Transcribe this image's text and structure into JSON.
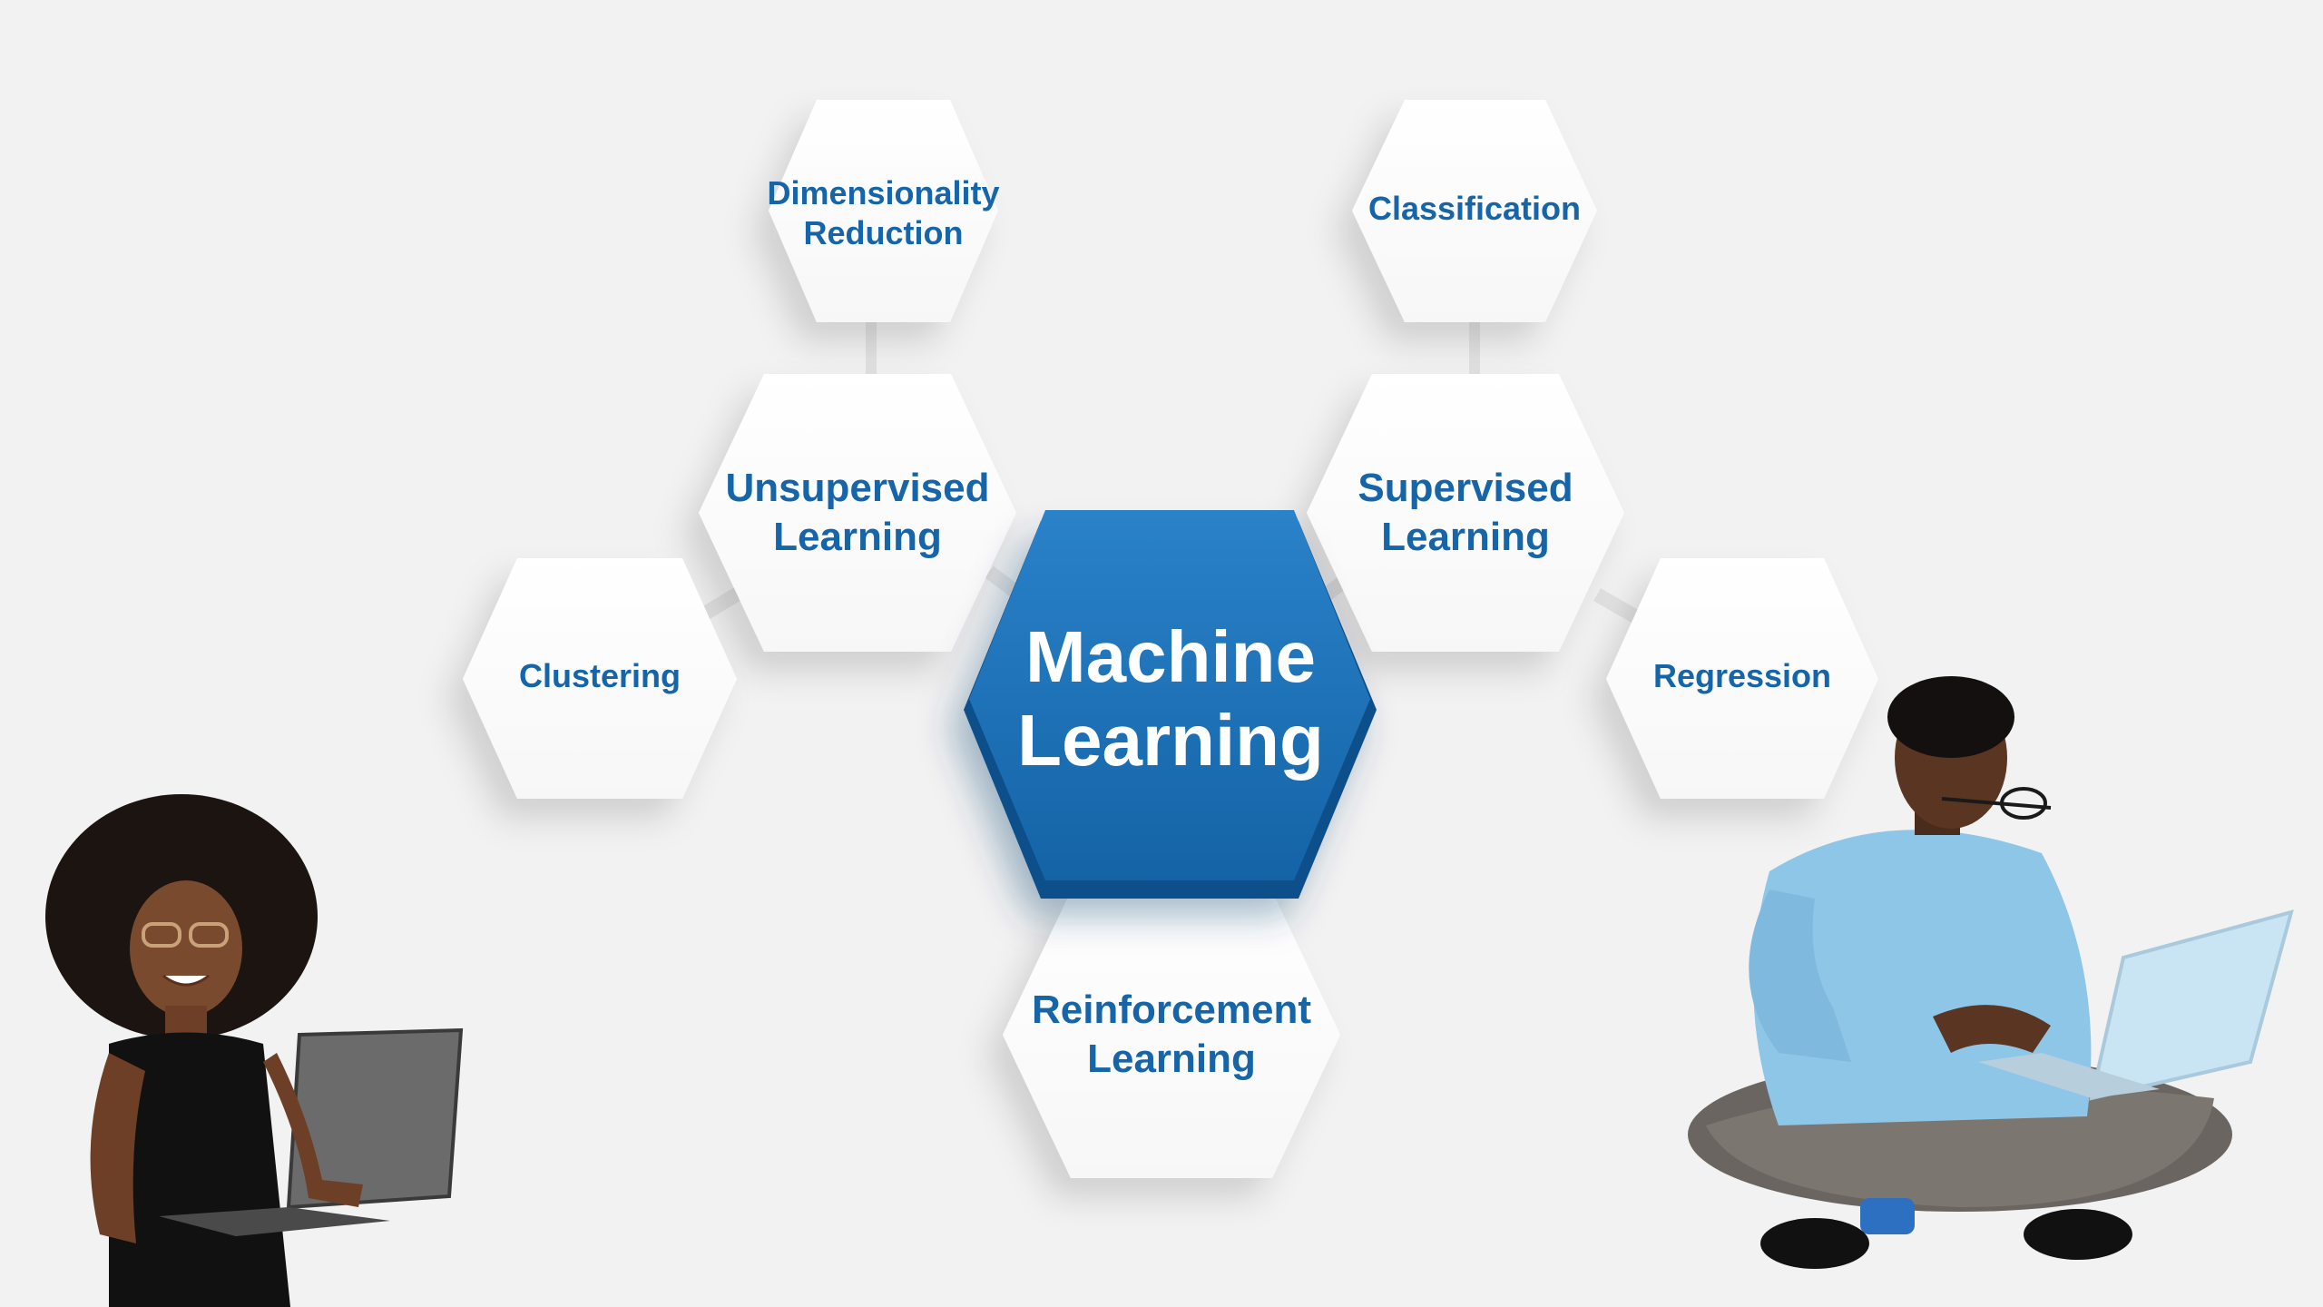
{
  "diagram": {
    "center": {
      "label": "Machine\nLearning"
    },
    "nodes": [
      {
        "id": "unsupervised",
        "label": "Unsupervised\nLearning"
      },
      {
        "id": "supervised",
        "label": "Supervised\nLearning"
      },
      {
        "id": "reinforcement",
        "label": "Reinforcement\nLearning"
      },
      {
        "id": "dimensionality",
        "label": "Dimensionality\nReduction"
      },
      {
        "id": "clustering",
        "label": "Clustering"
      },
      {
        "id": "classification",
        "label": "Classification"
      },
      {
        "id": "regression",
        "label": "Regression"
      }
    ]
  },
  "colors": {
    "background": "#f2f2f2",
    "center_fill": "#1a6fb5",
    "center_edge": "#0e4f8a",
    "node_fill": "#ffffff",
    "node_text": "#1565a8",
    "connector": "#dcdcdc"
  },
  "illustrations": {
    "left": "woman-with-laptop",
    "right": "man-sitting-with-laptop"
  }
}
